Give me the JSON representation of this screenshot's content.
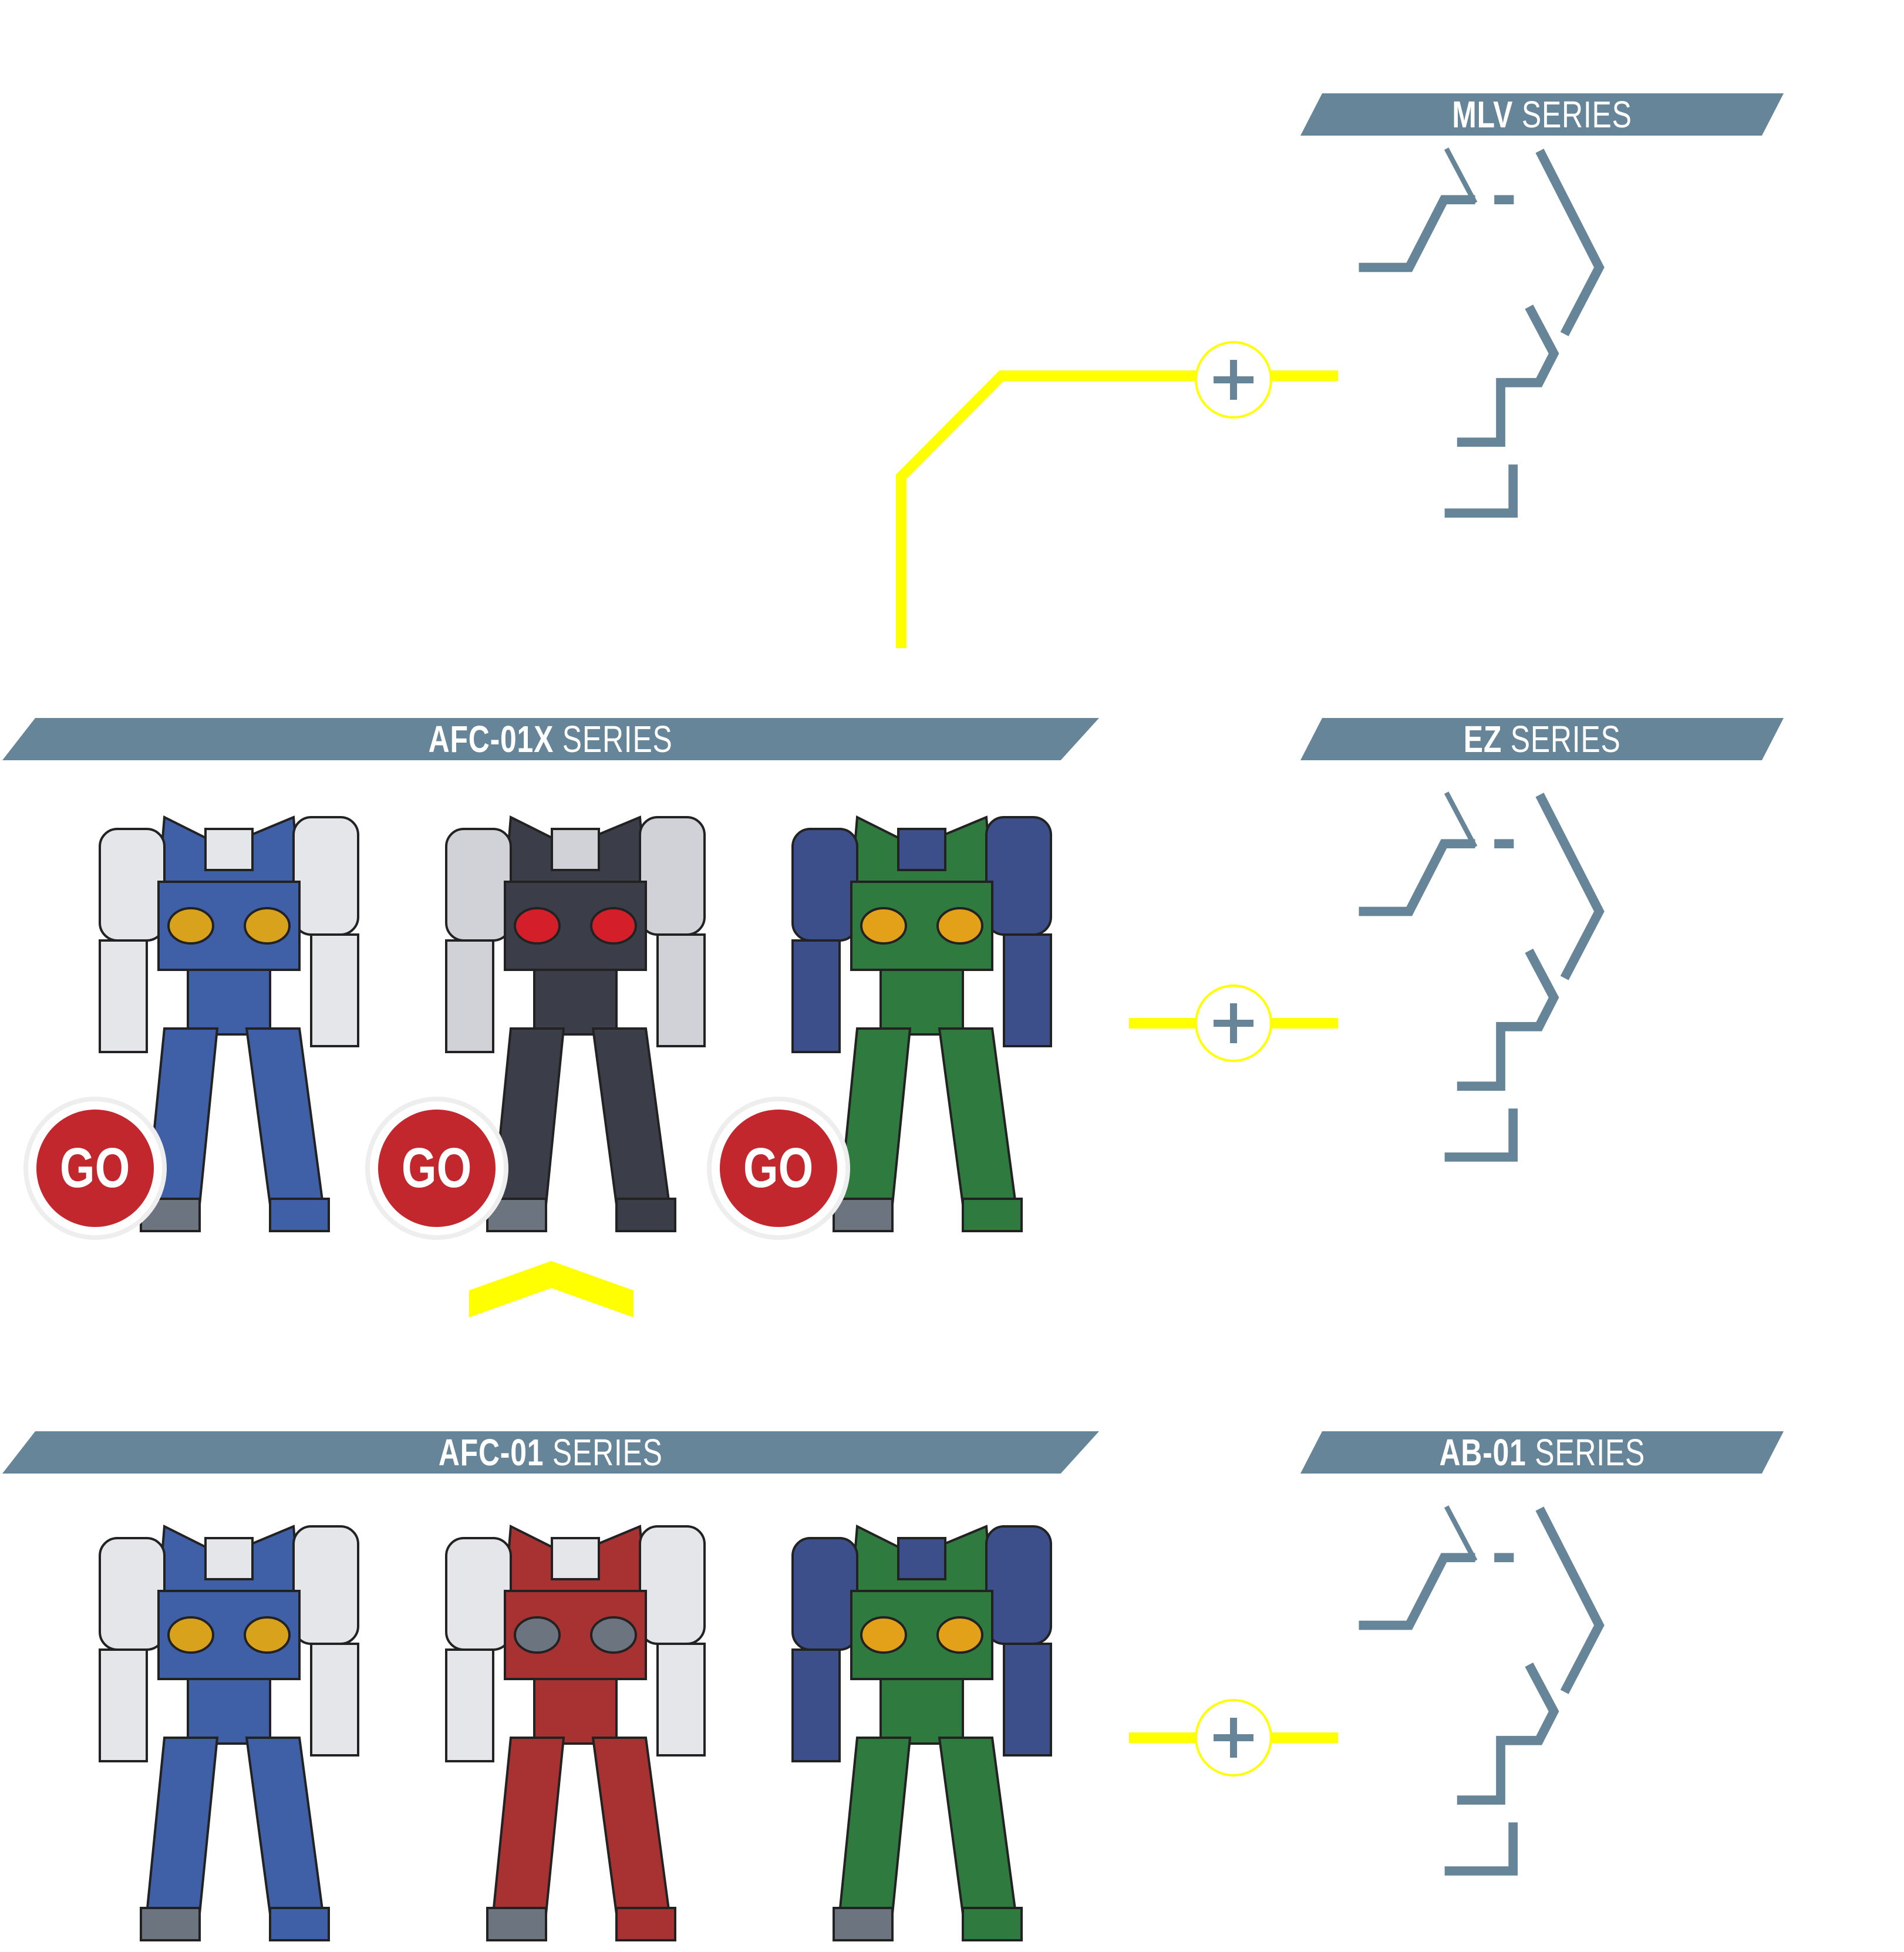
{
  "colors": {
    "banner": "#678599",
    "connector": "#ffff00",
    "go_badge": "#c1272d"
  },
  "series": {
    "mlv": {
      "code": "MLV",
      "suffix": "SERIES",
      "locked": true
    },
    "afc01x": {
      "code": "AFC-01X",
      "suffix": "SERIES",
      "units": [
        {
          "name": "blue",
          "go_label": "GO"
        },
        {
          "name": "black",
          "go_label": "GO"
        },
        {
          "name": "green",
          "go_label": "GO"
        }
      ]
    },
    "ez": {
      "code": "EZ",
      "suffix": "SERIES",
      "locked": true
    },
    "afc01": {
      "code": "AFC-01",
      "suffix": "SERIES",
      "units": [
        {
          "name": "blue"
        },
        {
          "name": "red"
        },
        {
          "name": "green"
        }
      ]
    },
    "ab01": {
      "code": "AB-01",
      "suffix": "SERIES",
      "locked": true
    }
  },
  "icons": {
    "plus": "plus-icon",
    "lock": "locked-mech-silhouette-icon",
    "upgrade": "chevron-up-icon"
  }
}
